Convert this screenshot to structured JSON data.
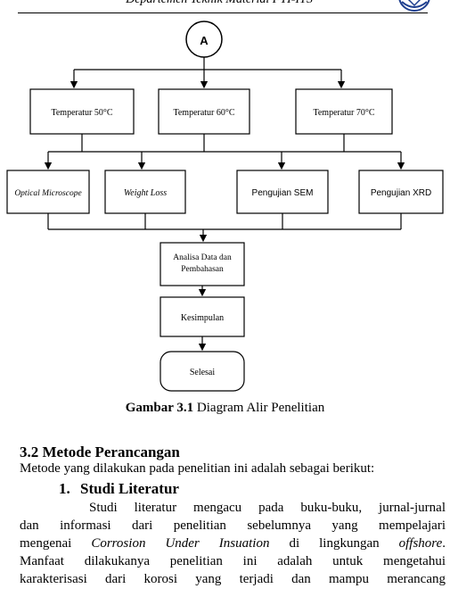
{
  "header": {
    "running_title": "Departemen Teknik Material FTI-ITS"
  },
  "diagram": {
    "start_connector": "A",
    "temperatures": [
      "Temperatur 50°C",
      "Temperatur 60°C",
      "Temperatur 70°C"
    ],
    "tests": [
      "Optical Microscope",
      "Weight Loss",
      "Pengujian SEM",
      "Pengujian XRD"
    ],
    "analysis": [
      "Analisa Data dan",
      "Pembahasan"
    ],
    "conclusion": "Kesimpulan",
    "end": "Selesai"
  },
  "caption": {
    "label": "Gambar 3.1",
    "text": " Diagram Alir Penelitian"
  },
  "section": {
    "title": "3.2 Metode Perancangan",
    "intro": "Metode yang dilakukan pada penelitian ini adalah sebagai berikut:",
    "subsection_number": "1.",
    "subsection_title": "Studi Literatur"
  },
  "paragraph": {
    "line1": "Studi literatur mengacu pada buku-buku, jurnal-jurnal",
    "line2": "dan informasi dari penelitian sebelumnya yang mempelajari",
    "line3_a": "mengenai ",
    "line3_b": "Corrosion Under Insuation",
    "line3_c": " di lingkungan ",
    "line3_d": "offshore",
    "line3_e": ".",
    "line4": "Manfaat dilakukanya penelitian ini adalah untuk mengetahui",
    "line5": "karakterisasi dari korosi yang terjadi dan mampu merancang"
  }
}
